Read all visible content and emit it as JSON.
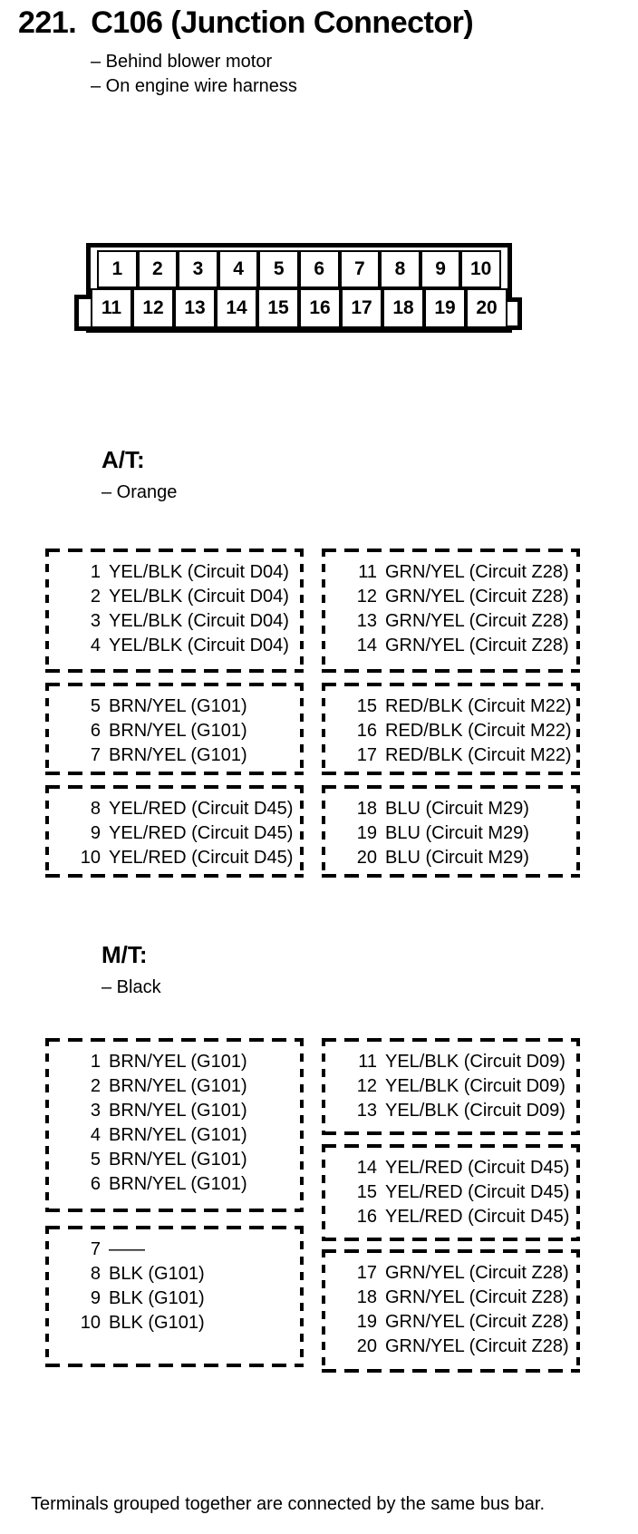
{
  "page": {
    "number": "221.",
    "title": "C106 (Junction Connector)",
    "location_notes": [
      "– Behind blower motor",
      "– On engine wire harness"
    ],
    "footer": "Terminals grouped together are connected by the same bus bar."
  },
  "connector": {
    "top_row": [
      "1",
      "2",
      "3",
      "4",
      "5",
      "6",
      "7",
      "8",
      "9",
      "10"
    ],
    "bottom_row": [
      "11",
      "12",
      "13",
      "14",
      "15",
      "16",
      "17",
      "18",
      "19",
      "20"
    ]
  },
  "sections": [
    {
      "id": "at",
      "heading": "A/T:",
      "color_note": "– Orange",
      "left_groups": [
        {
          "rows": [
            {
              "pin": "1",
              "label": "YEL/BLK (Circuit D04)"
            },
            {
              "pin": "2",
              "label": "YEL/BLK (Circuit D04)"
            },
            {
              "pin": "3",
              "label": "YEL/BLK (Circuit D04)"
            },
            {
              "pin": "4",
              "label": "YEL/BLK (Circuit D04)"
            }
          ]
        },
        {
          "rows": [
            {
              "pin": "5",
              "label": "BRN/YEL (G101)"
            },
            {
              "pin": "6",
              "label": "BRN/YEL (G101)"
            },
            {
              "pin": "7",
              "label": "BRN/YEL (G101)"
            }
          ]
        },
        {
          "rows": [
            {
              "pin": "8",
              "label": "YEL/RED (Circuit D45)"
            },
            {
              "pin": "9",
              "label": "YEL/RED (Circuit D45)"
            },
            {
              "pin": "10",
              "label": "YEL/RED (Circuit D45)"
            }
          ]
        }
      ],
      "right_groups": [
        {
          "rows": [
            {
              "pin": "11",
              "label": "GRN/YEL (Circuit Z28)"
            },
            {
              "pin": "12",
              "label": "GRN/YEL (Circuit Z28)"
            },
            {
              "pin": "13",
              "label": "GRN/YEL (Circuit Z28)"
            },
            {
              "pin": "14",
              "label": "GRN/YEL (Circuit Z28)"
            }
          ]
        },
        {
          "rows": [
            {
              "pin": "15",
              "label": "RED/BLK (Circuit M22)"
            },
            {
              "pin": "16",
              "label": "RED/BLK (Circuit M22)"
            },
            {
              "pin": "17",
              "label": "RED/BLK (Circuit M22)"
            }
          ]
        },
        {
          "rows": [
            {
              "pin": "18",
              "label": "BLU (Circuit M29)"
            },
            {
              "pin": "19",
              "label": "BLU (Circuit M29)"
            },
            {
              "pin": "20",
              "label": "BLU (Circuit M29)"
            }
          ]
        }
      ]
    },
    {
      "id": "mt",
      "heading": "M/T:",
      "color_note": "– Black",
      "left_groups": [
        {
          "rows": [
            {
              "pin": "1",
              "label": "BRN/YEL (G101)"
            },
            {
              "pin": "2",
              "label": "BRN/YEL (G101)"
            },
            {
              "pin": "3",
              "label": "BRN/YEL (G101)"
            },
            {
              "pin": "4",
              "label": "BRN/YEL (G101)"
            },
            {
              "pin": "5",
              "label": "BRN/YEL (G101)"
            },
            {
              "pin": "6",
              "label": "BRN/YEL (G101)"
            }
          ]
        },
        {
          "rows": [
            {
              "pin": "7",
              "label": "——"
            },
            {
              "pin": "8",
              "label": "BLK (G101)"
            },
            {
              "pin": "9",
              "label": "BLK (G101)"
            },
            {
              "pin": "10",
              "label": "BLK (G101)"
            }
          ]
        }
      ],
      "right_groups": [
        {
          "rows": [
            {
              "pin": "11",
              "label": "YEL/BLK (Circuit D09)"
            },
            {
              "pin": "12",
              "label": "YEL/BLK (Circuit D09)"
            },
            {
              "pin": "13",
              "label": "YEL/BLK (Circuit D09)"
            }
          ]
        },
        {
          "rows": [
            {
              "pin": "14",
              "label": "YEL/RED (Circuit D45)"
            },
            {
              "pin": "15",
              "label": "YEL/RED (Circuit D45)"
            },
            {
              "pin": "16",
              "label": "YEL/RED (Circuit D45)"
            }
          ]
        },
        {
          "rows": [
            {
              "pin": "17",
              "label": "GRN/YEL (Circuit Z28)"
            },
            {
              "pin": "18",
              "label": "GRN/YEL (Circuit Z28)"
            },
            {
              "pin": "19",
              "label": "GRN/YEL (Circuit Z28)"
            },
            {
              "pin": "20",
              "label": "GRN/YEL (Circuit Z28)"
            }
          ]
        }
      ]
    }
  ]
}
